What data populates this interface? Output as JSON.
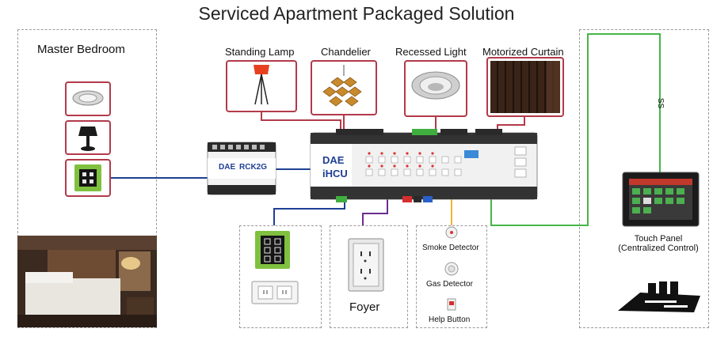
{
  "title": "Serviced Apartment Packaged Solution",
  "master_bedroom": {
    "label": "Master Bedroom"
  },
  "loads": [
    {
      "label": "Standing Lamp"
    },
    {
      "label": "Chandelier"
    },
    {
      "label": "Recessed Light"
    },
    {
      "label": "Motorized Curtain"
    }
  ],
  "rck": {
    "brand": "DAE",
    "model": "RCK2G"
  },
  "controller": {
    "brand": "DAE",
    "model": "iHCU"
  },
  "foyer": {
    "label": "Foyer"
  },
  "sensors": [
    {
      "label": "Smoke Detector"
    },
    {
      "label": "Gas Detector"
    },
    {
      "label": "Help Button"
    }
  ],
  "bus_tag": "SS",
  "touch_panel": {
    "line1": "Touch Panel",
    "line2": "(Centralized Control)"
  },
  "colors": {
    "frame": "#b23a4a",
    "bus_blue": "#1e3f94",
    "bus_purple": "#6a2d91",
    "bus_yellow": "#f2b43a",
    "bus_green": "#45b649",
    "wire": "#b23a4a"
  }
}
